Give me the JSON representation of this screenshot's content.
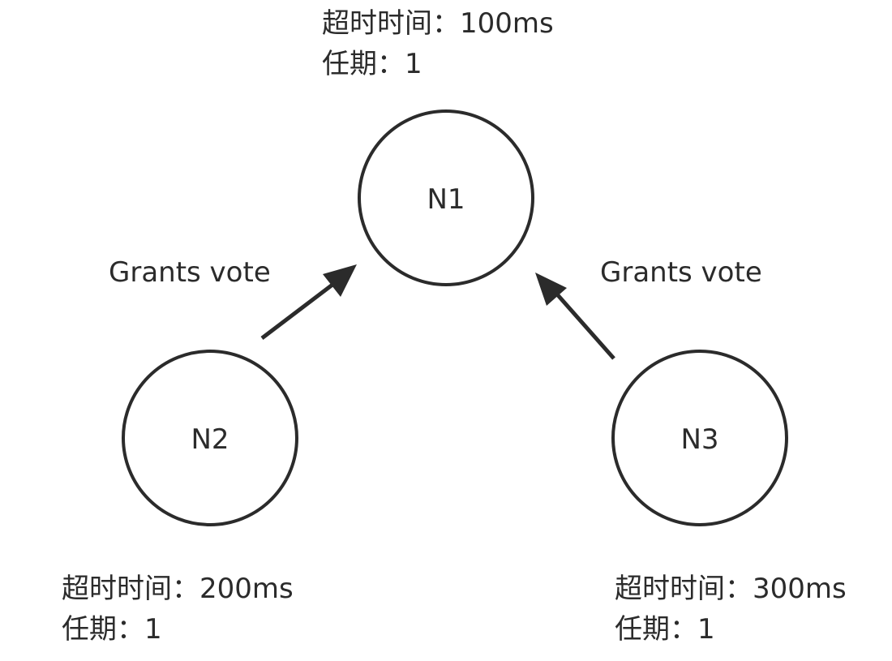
{
  "nodes": [
    {
      "id": "N1",
      "label": "N1",
      "timeout_label": "超时时间：100ms",
      "term_label": "任期：1"
    },
    {
      "id": "N2",
      "label": "N2",
      "timeout_label": "超时时间：200ms",
      "term_label": "任期：1"
    },
    {
      "id": "N3",
      "label": "N3",
      "timeout_label": "超时时间：300ms",
      "term_label": "任期：1"
    }
  ],
  "edges": [
    {
      "from": "N2",
      "to": "N1",
      "label": "Grants vote"
    },
    {
      "from": "N3",
      "to": "N1",
      "label": "Grants vote"
    }
  ],
  "colors": {
    "stroke": "#2b2b2b",
    "background": "#ffffff"
  }
}
